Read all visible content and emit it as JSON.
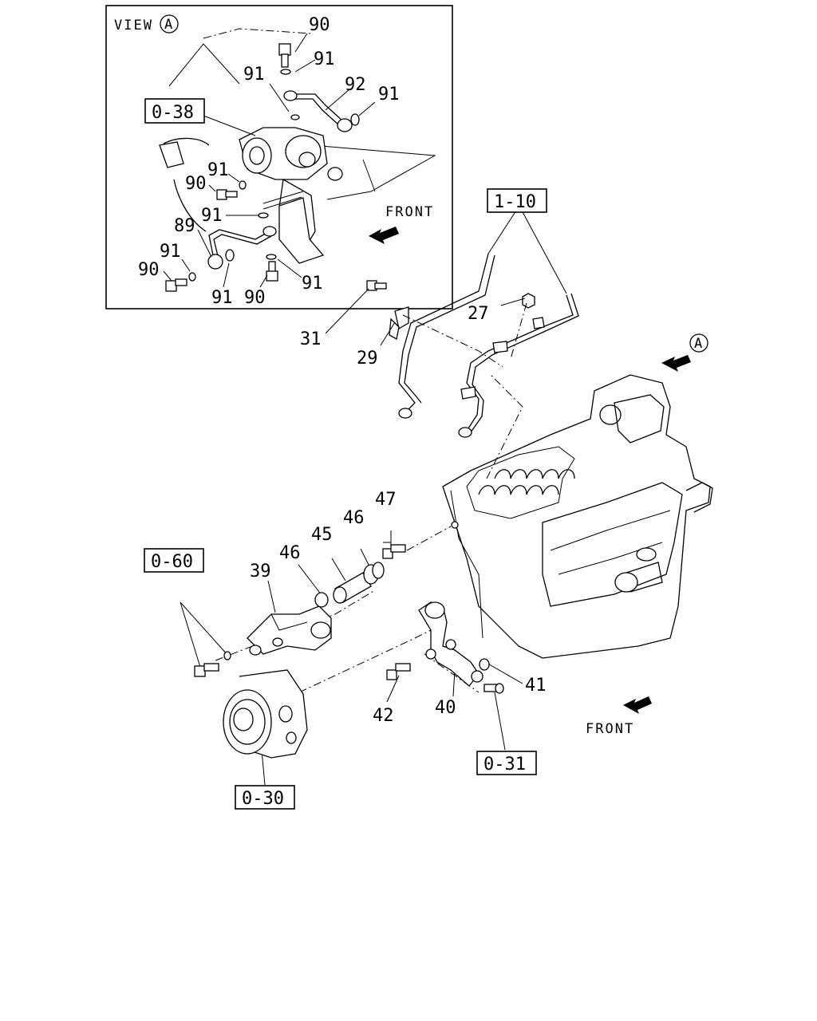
{
  "view_panel": {
    "title": "VIEW",
    "circle_letter": "A",
    "front_label": "FRONT",
    "ref_box": "0-38",
    "callouts": {
      "c90_top": "90",
      "c91_top": "91",
      "c91_left": "91",
      "c92": "92",
      "c91_right": "91",
      "c91_mid": "91",
      "c90_mid": "90",
      "c91_low": "91",
      "c89": "89",
      "c91_b1": "91",
      "c90_b1": "90",
      "c91_b2": "91",
      "c90_b2": "90",
      "c91_b3": "91"
    }
  },
  "main": {
    "view_marker": "A",
    "front_label": "FRONT",
    "ref_boxes": {
      "r110": "1-10",
      "r060": "0-60",
      "r031": "0-31",
      "r030": "0-30"
    },
    "callouts": {
      "c27": "27",
      "c31": "31",
      "c29": "29",
      "c47": "47",
      "c46a": "46",
      "c45": "45",
      "c46b": "46",
      "c39": "39",
      "c41": "41",
      "c40": "40",
      "c42": "42"
    }
  }
}
